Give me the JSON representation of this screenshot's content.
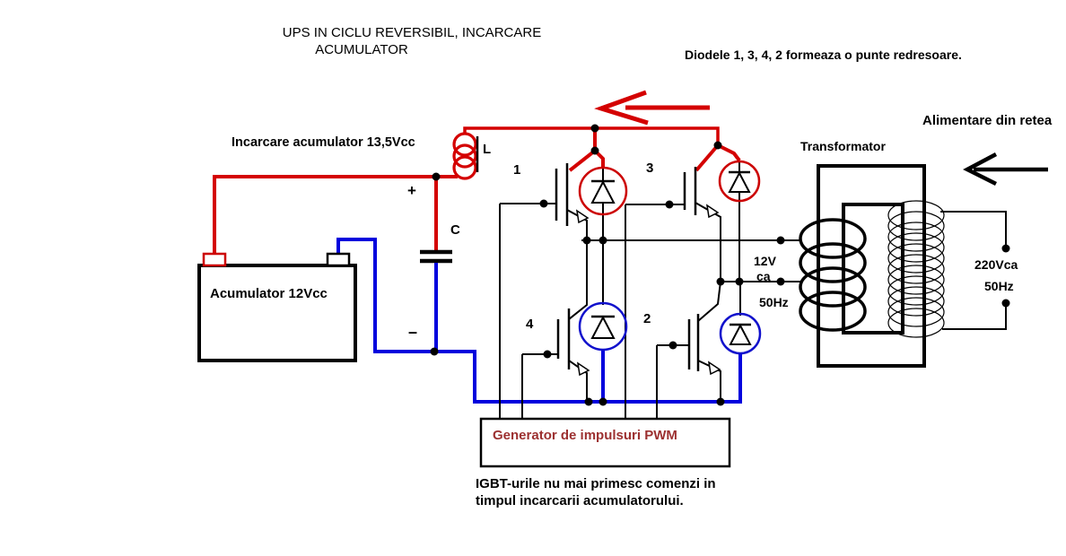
{
  "title": {
    "line1": "UPS IN CICLU REVERSIBIL, INCARCARE",
    "line2": "ACUMULATOR"
  },
  "notes": {
    "diodes": "Diodele 1, 3, 4, 2 formeaza o punte redresoare.",
    "igbt_line1": "IGBT-urile nu mai primesc comenzi in",
    "igbt_line2": "timpul incarcarii acumulatorului."
  },
  "labels": {
    "mains": "Alimentare din retea",
    "charging": "Incarcare acumulator 13,5Vcc",
    "inductor": "L",
    "capacitor": "C",
    "plus": "+",
    "minus": "–",
    "battery": "Acumulator 12Vcc",
    "transformer": "Transformator",
    "igbt1": "1",
    "igbt3": "3",
    "igbt4": "4",
    "igbt2": "2",
    "primary_voltage": "12V",
    "primary_ac": "ca",
    "primary_freq": "50Hz",
    "secondary_voltage": "220Vca",
    "secondary_freq": "50Hz",
    "pwm_generator": "Generator de impulsuri PWM"
  },
  "colors": {
    "wire_red": "#d40000",
    "wire_blue": "#0000dd",
    "diode_ring_red": "#cc0000",
    "diode_ring_blue": "#1111cc",
    "pwm_text": "#9c3030",
    "line_black": "#000000",
    "background": "#ffffff"
  }
}
